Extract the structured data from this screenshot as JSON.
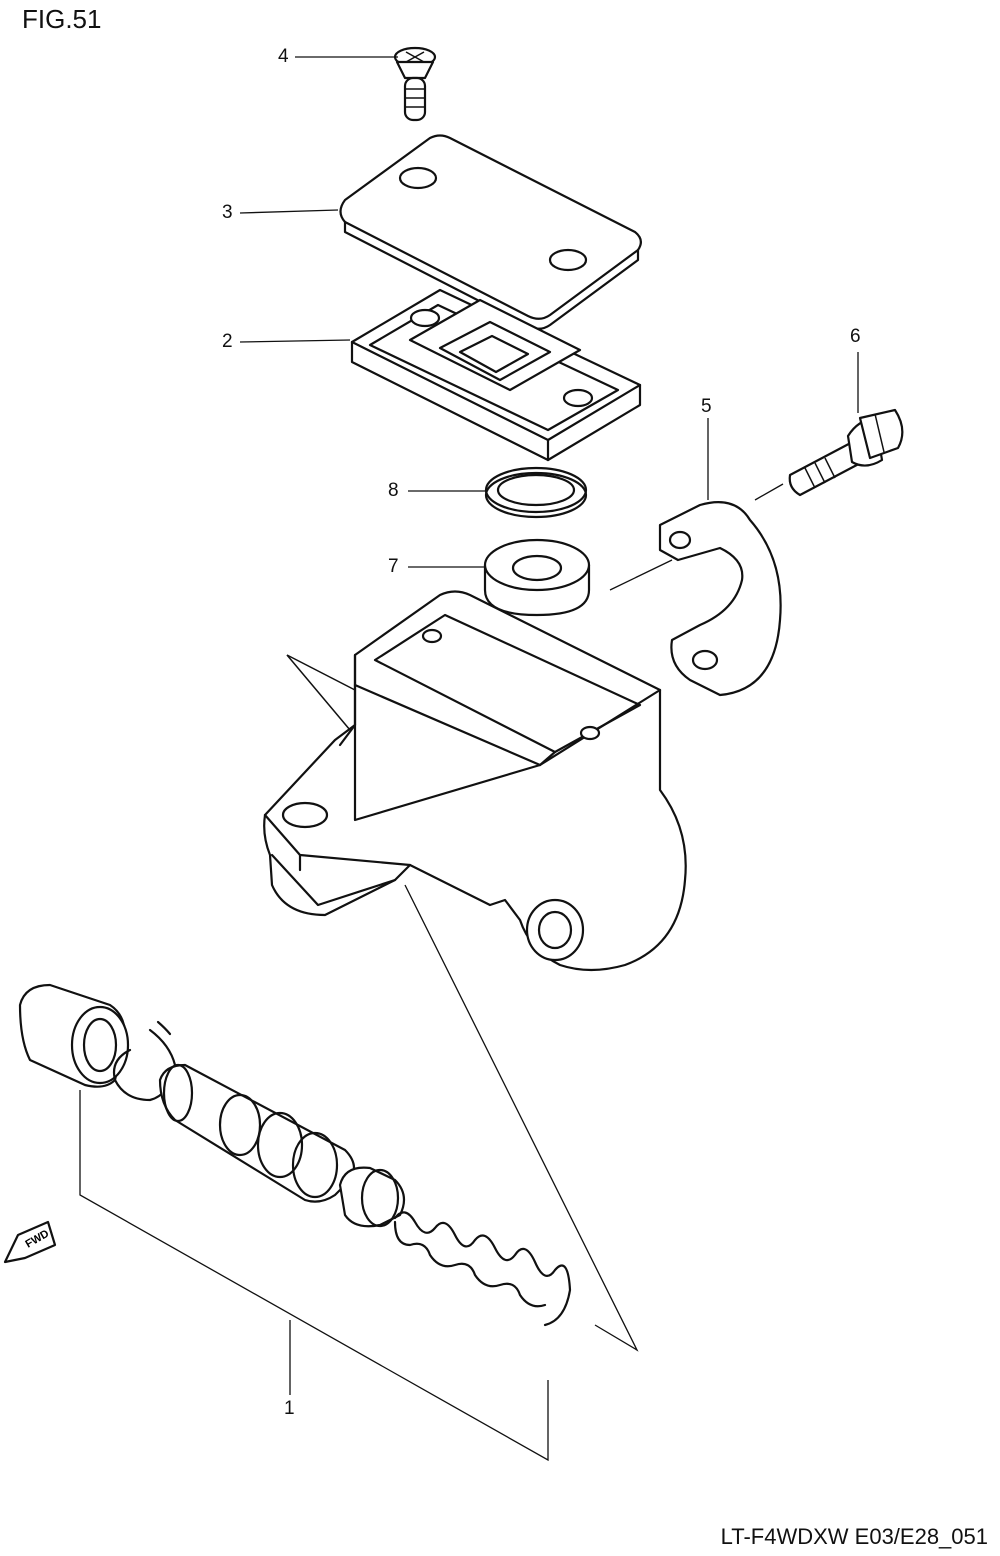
{
  "figure": {
    "title": "FIG.51",
    "code": "LT-F4WDXW E03/E28_051"
  },
  "callouts": [
    {
      "id": "c1",
      "label": "1"
    },
    {
      "id": "c2",
      "label": "2"
    },
    {
      "id": "c3",
      "label": "3"
    },
    {
      "id": "c4",
      "label": "4"
    },
    {
      "id": "c5",
      "label": "5"
    },
    {
      "id": "c6",
      "label": "6"
    },
    {
      "id": "c7",
      "label": "7"
    },
    {
      "id": "c8",
      "label": "8"
    }
  ],
  "direction_marker": {
    "label": "FWD",
    "icon": "fwd-arrow-icon"
  }
}
